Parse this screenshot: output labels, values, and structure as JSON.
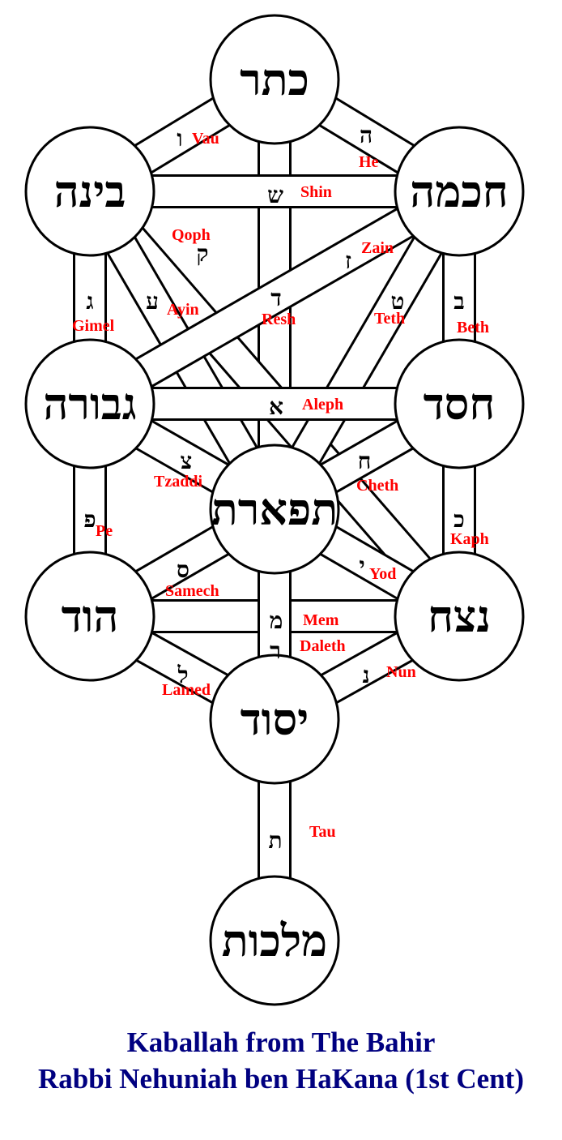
{
  "caption": {
    "line1": "Kaballah from The Bahir",
    "line2": "Rabbi Nehuniah ben HaKana  (1st Cent)"
  },
  "colors": {
    "lines": "#000000",
    "letter_names": "#ff0000",
    "caption": "#000080"
  },
  "sephirot": [
    {
      "id": "keter",
      "name": "כתר"
    },
    {
      "id": "binah",
      "name": "בינה"
    },
    {
      "id": "chokmah",
      "name": "חכמה"
    },
    {
      "id": "gevurah",
      "name": "גבורה"
    },
    {
      "id": "chesed",
      "name": "חסד"
    },
    {
      "id": "tiferet",
      "name": "תפארת"
    },
    {
      "id": "hod",
      "name": "הוד"
    },
    {
      "id": "netzach",
      "name": "נצח"
    },
    {
      "id": "yesod",
      "name": "יסוד"
    },
    {
      "id": "malkuth",
      "name": "מלכות"
    }
  ],
  "paths": [
    {
      "id": "keter-binah",
      "letter": "ו",
      "name": "Vau"
    },
    {
      "id": "keter-chokmah",
      "letter": "ה",
      "name": "He"
    },
    {
      "id": "keter-tiferet",
      "letter": "ד",
      "name": "Resh"
    },
    {
      "id": "binah-chokmah",
      "letter": "ש",
      "name": "Shin"
    },
    {
      "id": "binah-netzach",
      "letter": "ק",
      "name": "Qoph"
    },
    {
      "id": "binah-tiferet",
      "letter": "ע",
      "name": "Ayin"
    },
    {
      "id": "binah-gevurah",
      "letter": "ג",
      "name": "Gimel"
    },
    {
      "id": "chokmah-gevurah",
      "letter": "ז",
      "name": "Zain"
    },
    {
      "id": "chokmah-tiferet",
      "letter": "ט",
      "name": "Teth"
    },
    {
      "id": "chokmah-chesed",
      "letter": "ב",
      "name": "Beth"
    },
    {
      "id": "gevurah-chesed",
      "letter": "א",
      "name": "Aleph"
    },
    {
      "id": "gevurah-tiferet",
      "letter": "צ",
      "name": "Tzaddi"
    },
    {
      "id": "chesed-tiferet",
      "letter": "ח",
      "name": "Cheth"
    },
    {
      "id": "gevurah-hod",
      "letter": "פ",
      "name": "Pe"
    },
    {
      "id": "chesed-netzach",
      "letter": "כ",
      "name": "Kaph"
    },
    {
      "id": "tiferet-netzach",
      "letter": "י",
      "name": "Yod"
    },
    {
      "id": "tiferet-hod",
      "letter": "ס",
      "name": "Samech"
    },
    {
      "id": "hod-netzach",
      "letter": "מ",
      "name": "Mem"
    },
    {
      "id": "tiferet-yesod",
      "letter": "ר",
      "name": "Daleth"
    },
    {
      "id": "hod-yesod",
      "letter": "ל",
      "name": "Lamed"
    },
    {
      "id": "netzach-yesod",
      "letter": "נ",
      "name": "Nun"
    },
    {
      "id": "yesod-malkuth",
      "letter": "ת",
      "name": "Tau"
    }
  ]
}
